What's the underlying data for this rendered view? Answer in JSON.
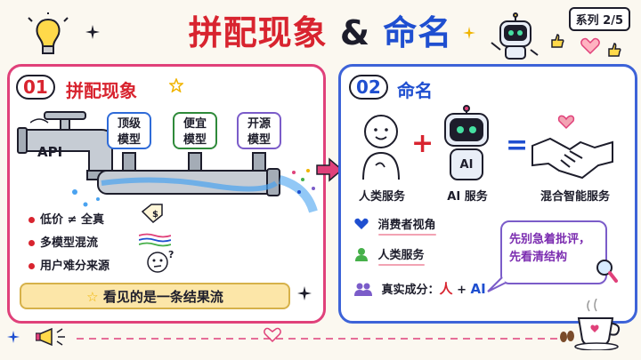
{
  "title": {
    "part1": "拼配现象",
    "amp": "&",
    "part2": "命名"
  },
  "series": "系列 2/5",
  "section1": {
    "number": "01",
    "heading": "拼配现象",
    "tap_label": "API",
    "model_boxes": [
      {
        "line1": "顶级",
        "line2": "模型"
      },
      {
        "line1": "便宜",
        "line2": "模型"
      },
      {
        "line1": "开源",
        "line2": "模型"
      }
    ],
    "bullets": [
      "低价 ≠ 全真",
      "多模型混流",
      "用户难分来源"
    ],
    "banner": "看见的是一条结果流"
  },
  "section2": {
    "number": "02",
    "heading": "命名",
    "human_label": "人类服务",
    "plus": "+",
    "equals": "=",
    "ai_face": "AI",
    "ai_label": "AI 服务",
    "hybrid_label": "混合智能服务",
    "items": [
      "消费者视角",
      "人类服务"
    ],
    "ingredients": {
      "prefix": "真实成分：",
      "human": "人",
      "plus": " + ",
      "ai": "AI"
    },
    "note": {
      "line1": "先别急着批评，",
      "line2": "先看清结构"
    }
  },
  "colors": {
    "red": "#d8242f",
    "blue": "#1f4fd0",
    "pink": "#e0417a",
    "purple": "#7b5cc9"
  }
}
